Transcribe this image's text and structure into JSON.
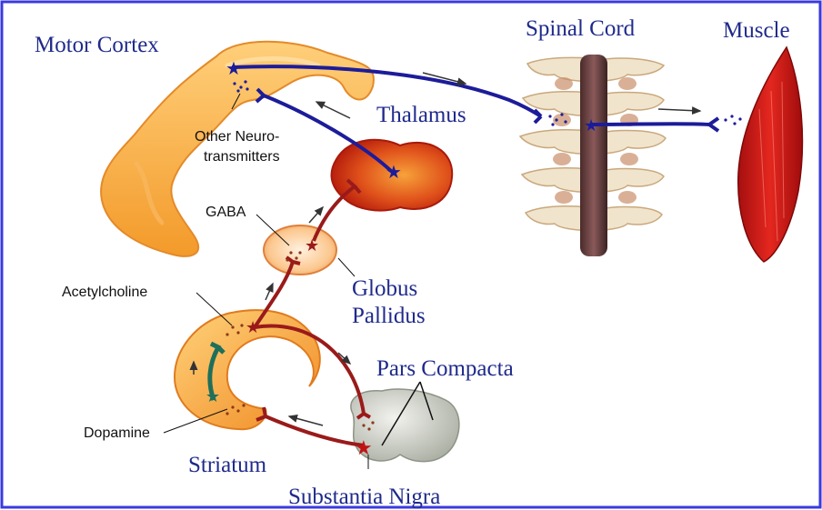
{
  "labels": {
    "motor_cortex": "Motor Cortex",
    "spinal_cord": "Spinal Cord",
    "muscle": "Muscle",
    "thalamus": "Thalamus",
    "other_neuro_1": "Other Neuro-",
    "other_neuro_2": "transmitters",
    "gaba": "GABA",
    "globus_1": "Globus",
    "globus_2": "Pallidus",
    "acetylcholine": "Acetylcholine",
    "pars_compacta": "Pars Compacta",
    "dopamine": "Dopamine",
    "striatum": "Striatum",
    "substantia_nigra": "Substantia Nigra"
  },
  "colors": {
    "frame": "#3a3ae0",
    "motor_pathway": "#1c1c9a",
    "basal_pathway": "#9a1a1a",
    "dopamine_pathway": "#1f6f5a",
    "label_blue": "#1f2a8c"
  }
}
